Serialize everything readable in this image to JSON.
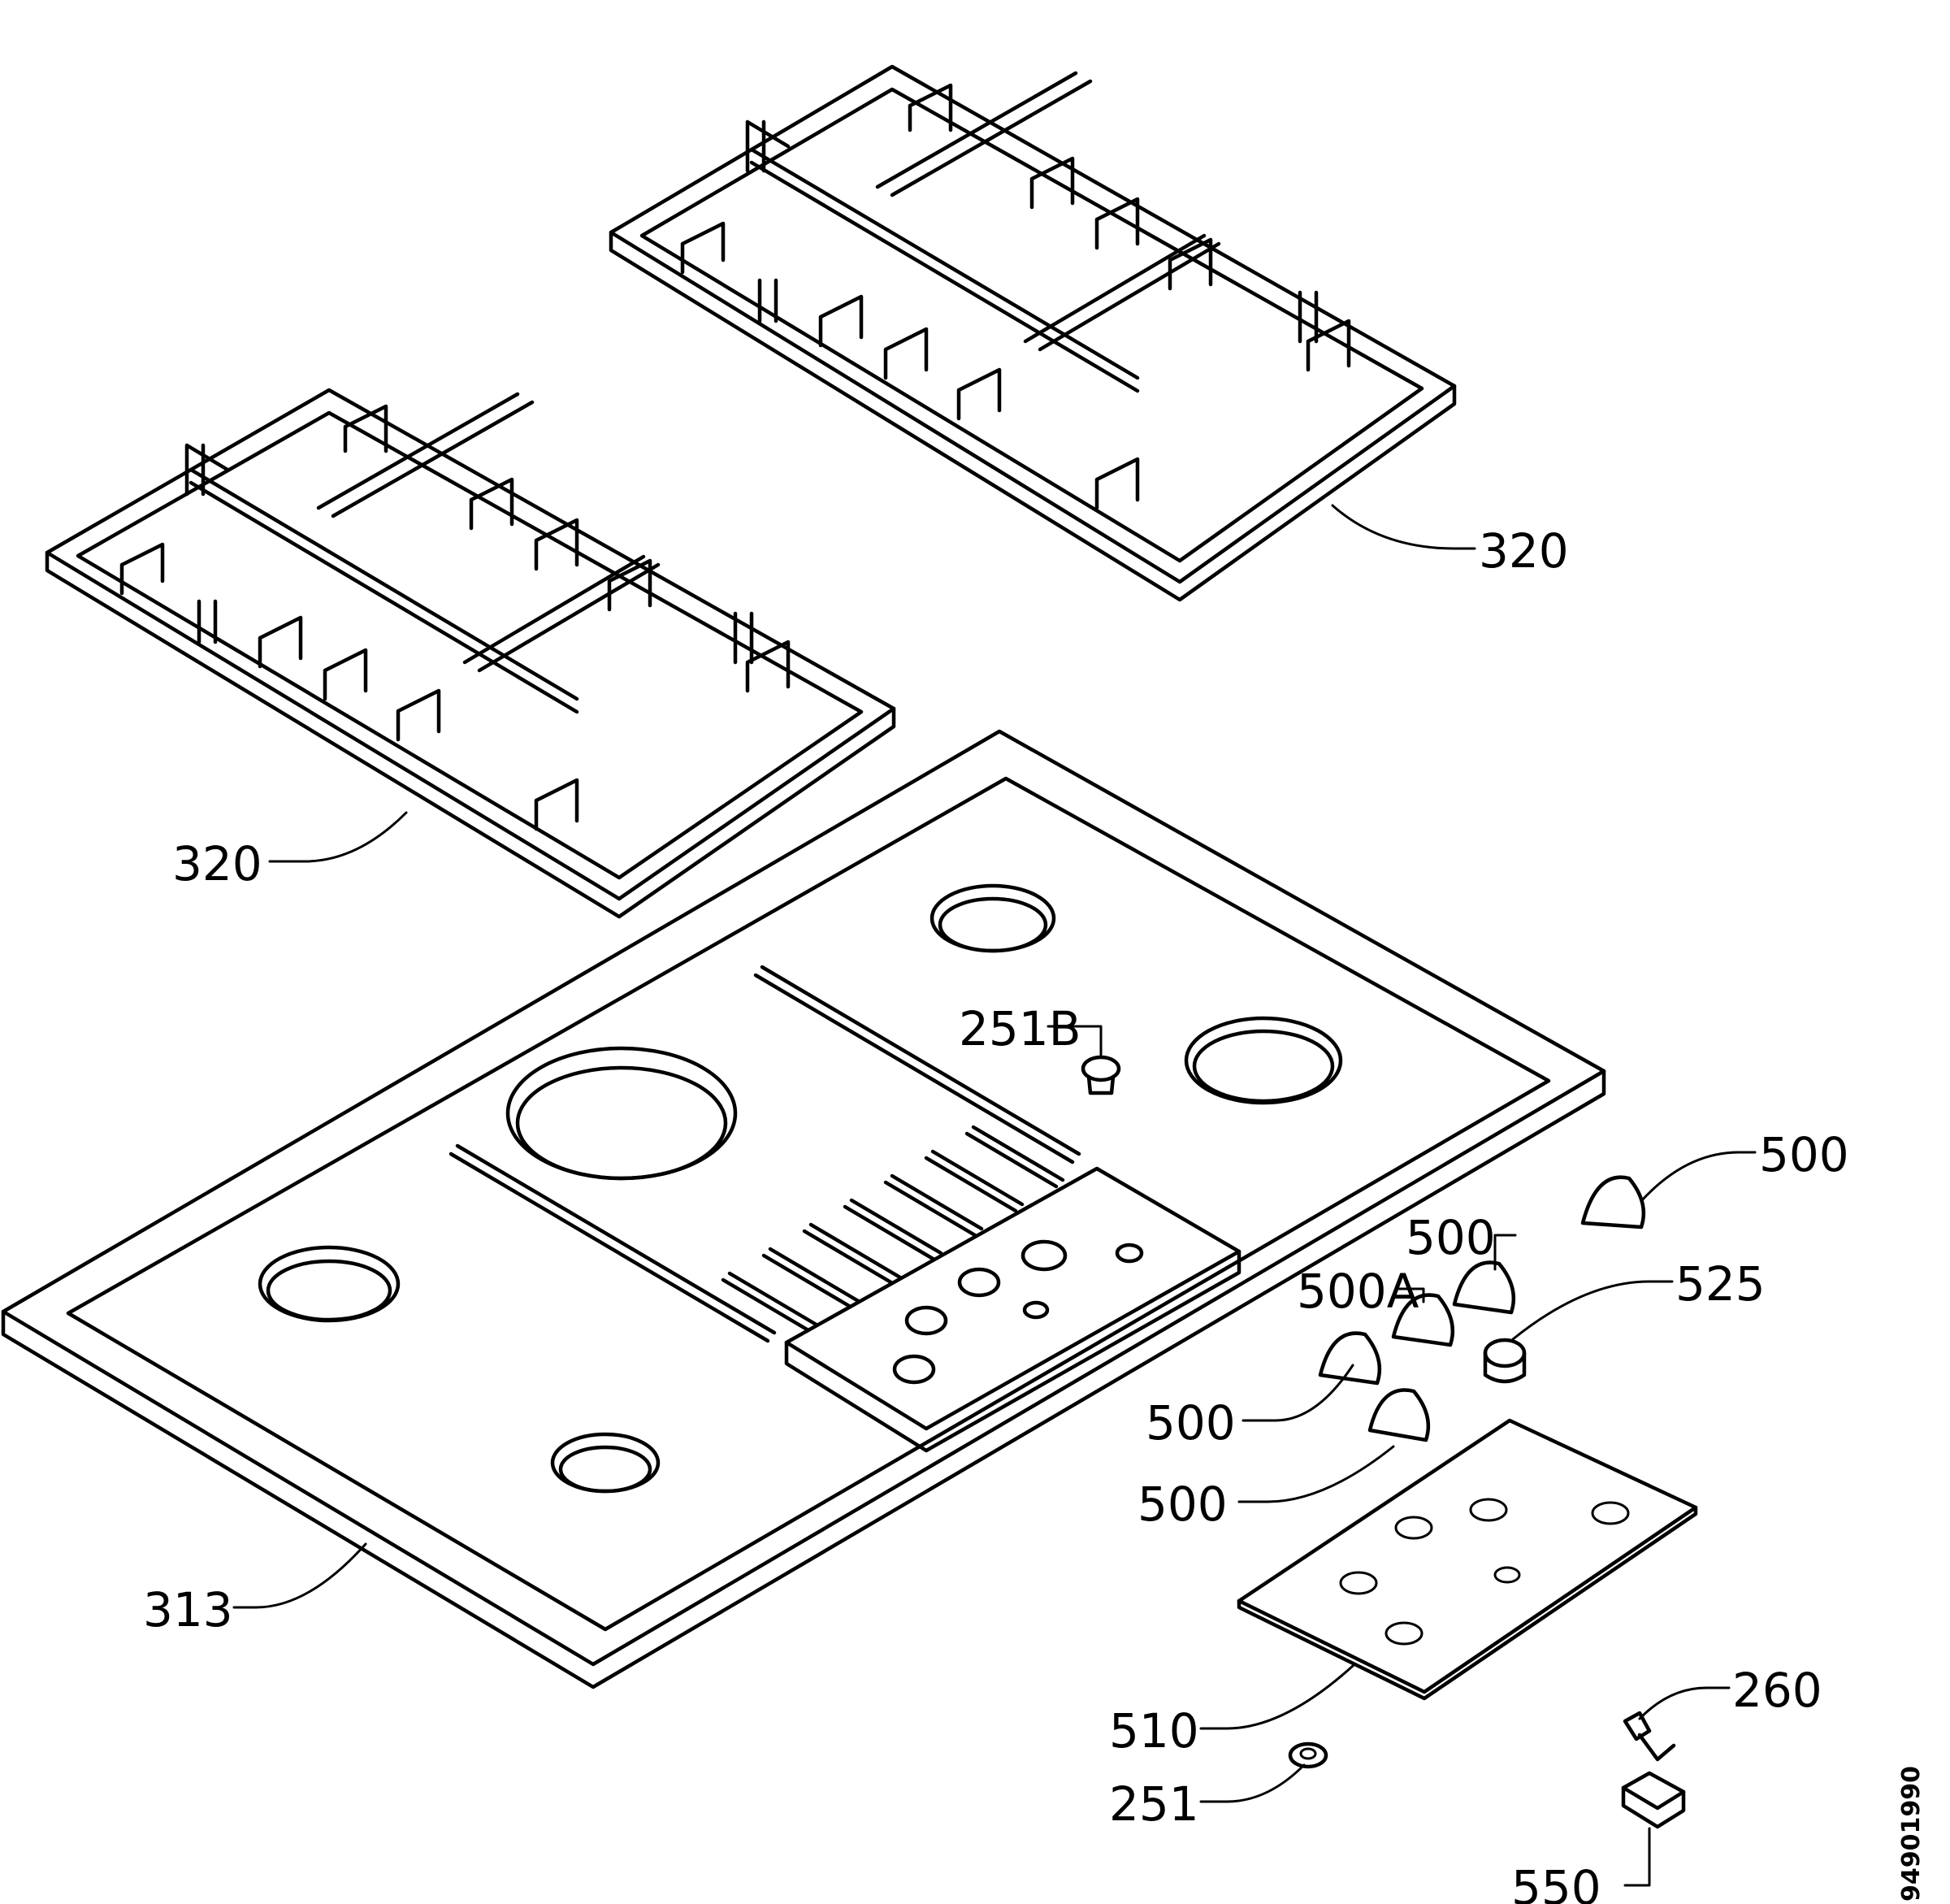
{
  "labels": {
    "grid_right": "320",
    "grid_left": "320",
    "top_plate": "313",
    "injector_251b": "251B",
    "knob_500_a": "500",
    "knob_500_b": "500",
    "knob_500a": "500A",
    "knob_500_c": "500",
    "knob_500_d": "500",
    "button_525": "525",
    "panel_510": "510",
    "injector_251": "251",
    "clip_260": "260",
    "switch_550": "550"
  },
  "document_number": "94901990"
}
